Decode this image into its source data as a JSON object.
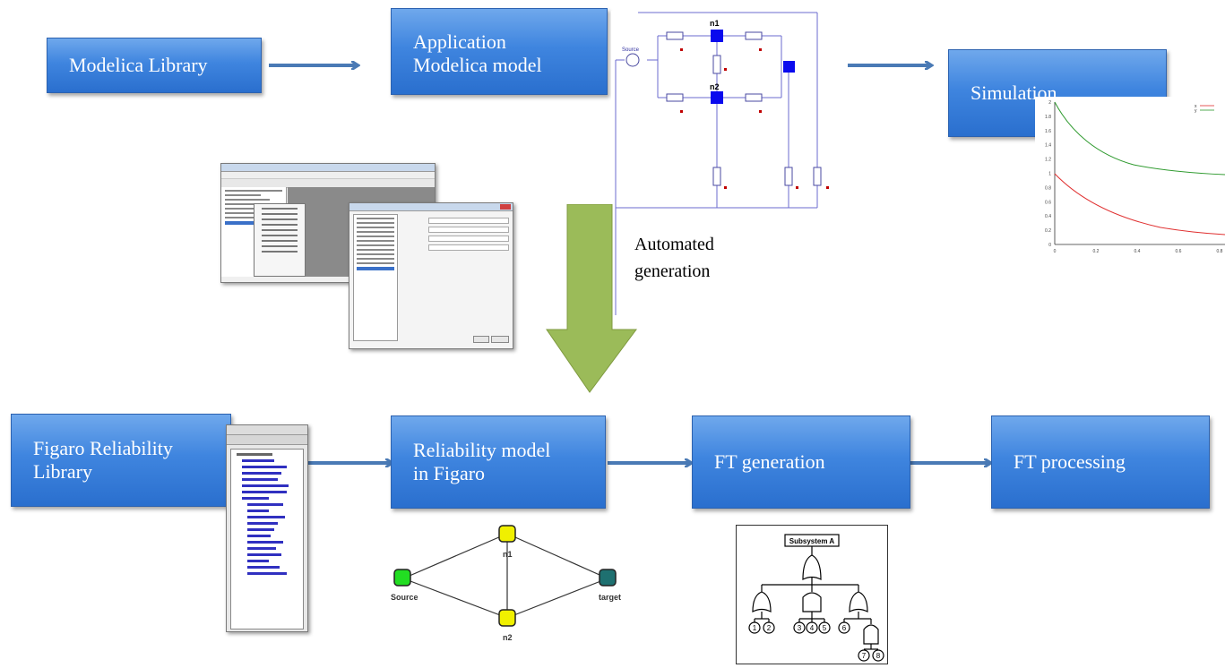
{
  "boxes": {
    "modelica_library": "Modelica Library",
    "application_model": "Application\nModelica model",
    "simulation": "Simulation",
    "figaro_library": "Figaro Reliability\nLibrary",
    "reliability_model": "Reliability model\nin Figaro",
    "ft_generation": "FT generation",
    "ft_processing": "FT processing"
  },
  "automated_generation": "Automated\ngeneration",
  "circuit": {
    "source": "Source",
    "node1": "n1",
    "node2": "n2"
  },
  "graph": {
    "source": "Source",
    "target": "target",
    "node1": "n1",
    "node2": "n2"
  },
  "fault_tree": {
    "top": "Subsystem A",
    "events": [
      "1",
      "2",
      "3",
      "4",
      "5",
      "6",
      "7",
      "8"
    ]
  },
  "plot": {
    "legend": [
      "x",
      "y"
    ],
    "x_ticks": [
      "0",
      "0.2",
      "0.4",
      "0.6",
      "0.8"
    ],
    "y_ticks": [
      "0",
      "0.2",
      "0.4",
      "0.6",
      "0.8",
      "1",
      "1.2",
      "1.4",
      "1.6",
      "1.8",
      "2"
    ]
  },
  "colors": {
    "box_blue": "#3f85df",
    "arrow_blue": "#4a7ab5",
    "big_arrow_green": "#9bbb59",
    "node_yellow": "#f0f000",
    "node_green": "#22dd22",
    "node_teal": "#1e7070"
  }
}
